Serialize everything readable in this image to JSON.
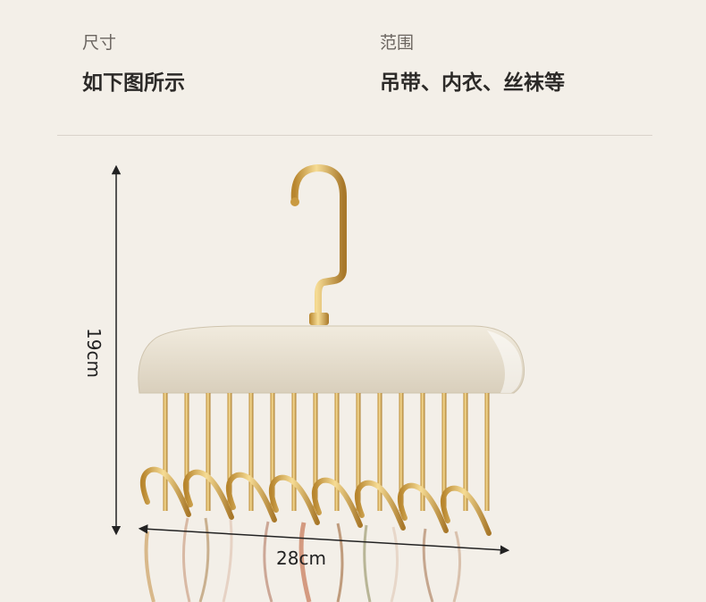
{
  "specs": {
    "size_label": "尺寸",
    "size_value": "如下图所示",
    "range_label": "范围",
    "range_value": "吊带、内衣、丝袜等"
  },
  "dimensions": {
    "height": "19cm",
    "width": "28cm"
  },
  "colors": {
    "background": "#f3efe8",
    "hanger_body": "#e8e0d0",
    "gold": "#d4a84a"
  }
}
